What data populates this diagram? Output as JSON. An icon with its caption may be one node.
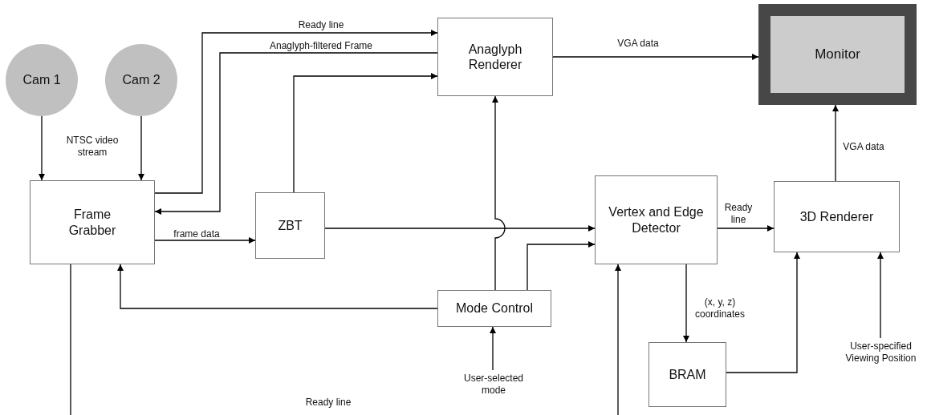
{
  "diagram": {
    "nodes": [
      {
        "text": [
          "Cam 1"
        ]
      },
      {
        "text": [
          "Cam 2"
        ]
      },
      {
        "text": [
          "Frame Grabber"
        ]
      },
      {
        "text": [
          "ZBT"
        ]
      },
      {
        "text": [
          "Anaglyph Renderer"
        ]
      },
      {
        "text": [
          "Monitor"
        ]
      },
      {
        "text": [
          "Vertex and Edge Detector"
        ]
      },
      {
        "text": [
          "3D Renderer"
        ]
      },
      {
        "text": [
          "Mode Control"
        ]
      },
      {
        "text": [
          "BRAM"
        ]
      },
      {
        "text": [
          "User-selected mode"
        ]
      },
      {
        "text": [
          "User-specified Viewing Position"
        ]
      }
    ],
    "edges": [
      {
        "from": 0,
        "to": 2,
        "arrow": "to"
      },
      {
        "from": 1,
        "to": 2,
        "arrow": "to"
      },
      {
        "from": 2,
        "to": 4,
        "arrow": "to",
        "label": "Ready line"
      },
      {
        "from": 4,
        "to": 2,
        "arrow": "to",
        "label": "Anaglyph-filtered Frame"
      },
      {
        "from": 3,
        "to": 4,
        "arrow": "to"
      },
      {
        "from": 2,
        "to": 3,
        "arrow": "to",
        "label": "frame data"
      },
      {
        "from": 3,
        "to": 6,
        "arrow": "to"
      },
      {
        "from": 8,
        "to": 4,
        "arrow": "to"
      },
      {
        "from": 8,
        "to": 6,
        "arrow": "to"
      },
      {
        "from": 8,
        "to": 2,
        "arrow": "to"
      },
      {
        "from": 10,
        "to": 8,
        "arrow": "to"
      },
      {
        "from": 6,
        "to": 7,
        "arrow": "to",
        "label": "Ready line"
      },
      {
        "from": 6,
        "to": 9,
        "arrow": "to",
        "label": "(x, y, z) coordinates"
      },
      {
        "from": 9,
        "to": 7,
        "arrow": "to"
      },
      {
        "from": 11,
        "to": 7,
        "arrow": "to"
      },
      {
        "from": 7,
        "to": 5,
        "arrow": "to",
        "label": "VGA data"
      },
      {
        "from": 4,
        "to": 5,
        "arrow": "to",
        "label": "VGA data"
      },
      {
        "from": 2,
        "to": null,
        "arrow": "none"
      },
      {
        "from": null,
        "to": 6,
        "arrow": "to"
      }
    ],
    "labels": [
      "NTSC video stream",
      "Ready line"
    ]
  }
}
